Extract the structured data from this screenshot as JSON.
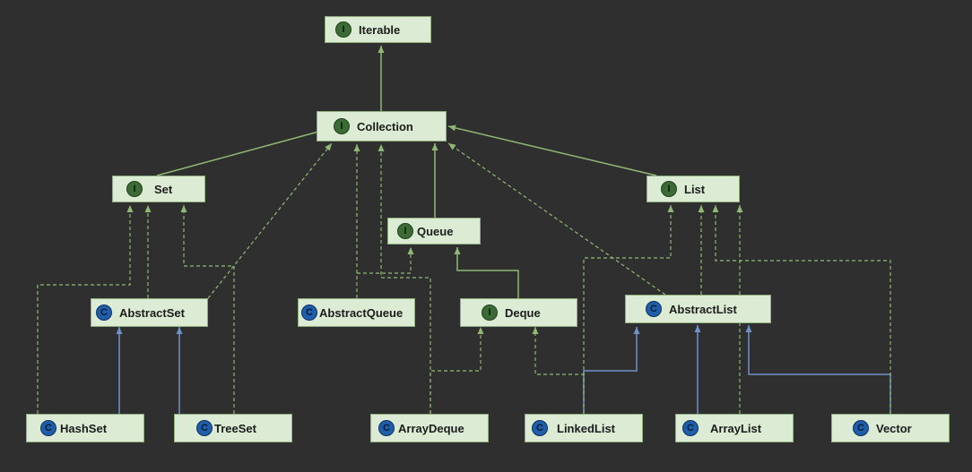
{
  "badges": {
    "interface": "I",
    "class": "C"
  },
  "colors": {
    "background": "#2f2f2f",
    "node_fill": "#dcebd3",
    "node_border": "#8fb07e",
    "extends_interface_edge": "#8fba73",
    "implements_edge": "#8fba73",
    "extends_class_edge": "#6f93c9"
  },
  "nodes": {
    "iterable": {
      "label": "Iterable",
      "kind": "interface"
    },
    "collection": {
      "label": "Collection",
      "kind": "interface"
    },
    "set": {
      "label": "Set",
      "kind": "interface"
    },
    "list": {
      "label": "List",
      "kind": "interface"
    },
    "queue": {
      "label": "Queue",
      "kind": "interface"
    },
    "deque": {
      "label": "Deque",
      "kind": "interface"
    },
    "abstractset": {
      "label": "AbstractSet",
      "kind": "class"
    },
    "abstractqueue": {
      "label": "AbstractQueue",
      "kind": "class"
    },
    "abstractlist": {
      "label": "AbstractList",
      "kind": "class"
    },
    "hashset": {
      "label": "HashSet",
      "kind": "class"
    },
    "treeset": {
      "label": "TreeSet",
      "kind": "class"
    },
    "arraydeque": {
      "label": "ArrayDeque",
      "kind": "class"
    },
    "linkedlist": {
      "label": "LinkedList",
      "kind": "class"
    },
    "arraylist": {
      "label": "ArrayList",
      "kind": "class"
    },
    "vector": {
      "label": "Vector",
      "kind": "class"
    }
  },
  "edges": [
    {
      "from": "collection",
      "to": "iterable",
      "type": "extends"
    },
    {
      "from": "set",
      "to": "collection",
      "type": "extends"
    },
    {
      "from": "list",
      "to": "collection",
      "type": "extends"
    },
    {
      "from": "queue",
      "to": "collection",
      "type": "extends"
    },
    {
      "from": "deque",
      "to": "queue",
      "type": "extends"
    },
    {
      "from": "abstractset",
      "to": "set",
      "type": "implements"
    },
    {
      "from": "abstractset",
      "to": "collection",
      "type": "implements"
    },
    {
      "from": "abstractqueue",
      "to": "collection",
      "type": "implements"
    },
    {
      "from": "abstractqueue",
      "to": "queue",
      "type": "implements"
    },
    {
      "from": "abstractlist",
      "to": "list",
      "type": "implements"
    },
    {
      "from": "abstractlist",
      "to": "collection",
      "type": "implements"
    },
    {
      "from": "hashset",
      "to": "abstractset",
      "type": "extends-class"
    },
    {
      "from": "hashset",
      "to": "set",
      "type": "implements"
    },
    {
      "from": "treeset",
      "to": "abstractset",
      "type": "extends-class"
    },
    {
      "from": "treeset",
      "to": "set",
      "type": "implements"
    },
    {
      "from": "arraydeque",
      "to": "deque",
      "type": "implements"
    },
    {
      "from": "arraydeque",
      "to": "collection",
      "type": "implements"
    },
    {
      "from": "linkedlist",
      "to": "abstractlist",
      "type": "extends-class"
    },
    {
      "from": "linkedlist",
      "to": "deque",
      "type": "implements"
    },
    {
      "from": "linkedlist",
      "to": "list",
      "type": "implements"
    },
    {
      "from": "arraylist",
      "to": "abstractlist",
      "type": "extends-class"
    },
    {
      "from": "arraylist",
      "to": "list",
      "type": "implements"
    },
    {
      "from": "vector",
      "to": "abstractlist",
      "type": "extends-class"
    },
    {
      "from": "vector",
      "to": "list",
      "type": "implements"
    }
  ]
}
